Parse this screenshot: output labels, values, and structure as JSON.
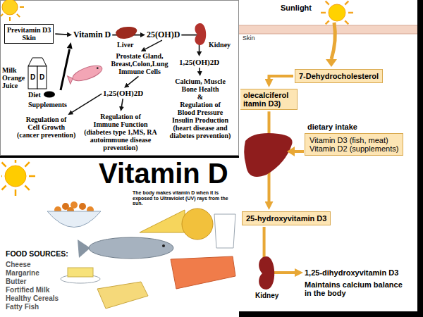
{
  "diagram": {
    "nodes": [
      {
        "text": [
          "Previtamin D3",
          "Skin"
        ]
      },
      {
        "text": [
          "Vitamin D"
        ]
      },
      {
        "text": [
          "25(OH)D"
        ]
      },
      {
        "text": [
          "Prostate Gland, Breast,Colon,Lung Immune Cells"
        ]
      },
      {
        "text": [
          "1,25(OH)2D"
        ]
      },
      {
        "text": [
          "Calcium, Muscle Bone Health",
          "&",
          "Regulation of Blood Pressure Insulin Production",
          "(heart disease and diabetes prevention)"
        ]
      },
      {
        "text": [
          "1,25(OH)2D"
        ]
      },
      {
        "text": [
          "Regulation of Cell Growth",
          "(cancer prevention)"
        ]
      },
      {
        "text": [
          "Regulation of Immune Function",
          "(diabetes type 1,MS, RA autoimmune disease prevention)"
        ]
      },
      {
        "text": [
          "7-Dehydrocholesterol"
        ]
      },
      {
        "text": [
          "olecalciferol itamin D3)"
        ]
      },
      {
        "text": [
          "dietary intake",
          "Vitamin D3 (fish, meat)",
          "Vitamin D2 (supplements)"
        ]
      },
      {
        "text": [
          "25-hydroxyvitamin D3"
        ]
      },
      {
        "text": [
          "1,25-dihydroxyvitamin D3"
        ]
      }
    ],
    "edges": [
      {
        "from": 0,
        "to": 1,
        "arrow": "to"
      },
      {
        "from": 1,
        "to": 2,
        "arrow": "to"
      },
      {
        "from": 2,
        "to": 4,
        "arrow": "to"
      },
      {
        "from": 2,
        "to": 3,
        "arrow": "to"
      },
      {
        "from": 4,
        "to": 5,
        "arrow": "to"
      },
      {
        "from": 3,
        "to": 6,
        "arrow": "to"
      },
      {
        "from": 6,
        "to": 7,
        "arrow": "to"
      },
      {
        "from": 6,
        "to": 8,
        "arrow": "to"
      },
      {
        "from": 9,
        "to": 10,
        "arrow": "to"
      },
      {
        "from": 10,
        "to": 12,
        "arrow": "to"
      },
      {
        "from": 12,
        "to": 13,
        "arrow": "to"
      }
    ],
    "labels": [
      "Liver",
      "Kidney",
      "Milk Orange Juice",
      "D",
      "D",
      "Diet",
      "Supplements",
      "Vitamin D",
      "The body makes vitamin D when it is exposed to Ultraviolet (UV) rays from the sun.",
      "FOOD SOURCES:",
      "Cheese",
      "Margarine",
      "Butter",
      "Fortified Milk",
      "Healthy Cereals",
      "Fatty Fish",
      "Sunlight",
      "Skin",
      "Kidney",
      "Maintains calcium balance in the body"
    ]
  }
}
